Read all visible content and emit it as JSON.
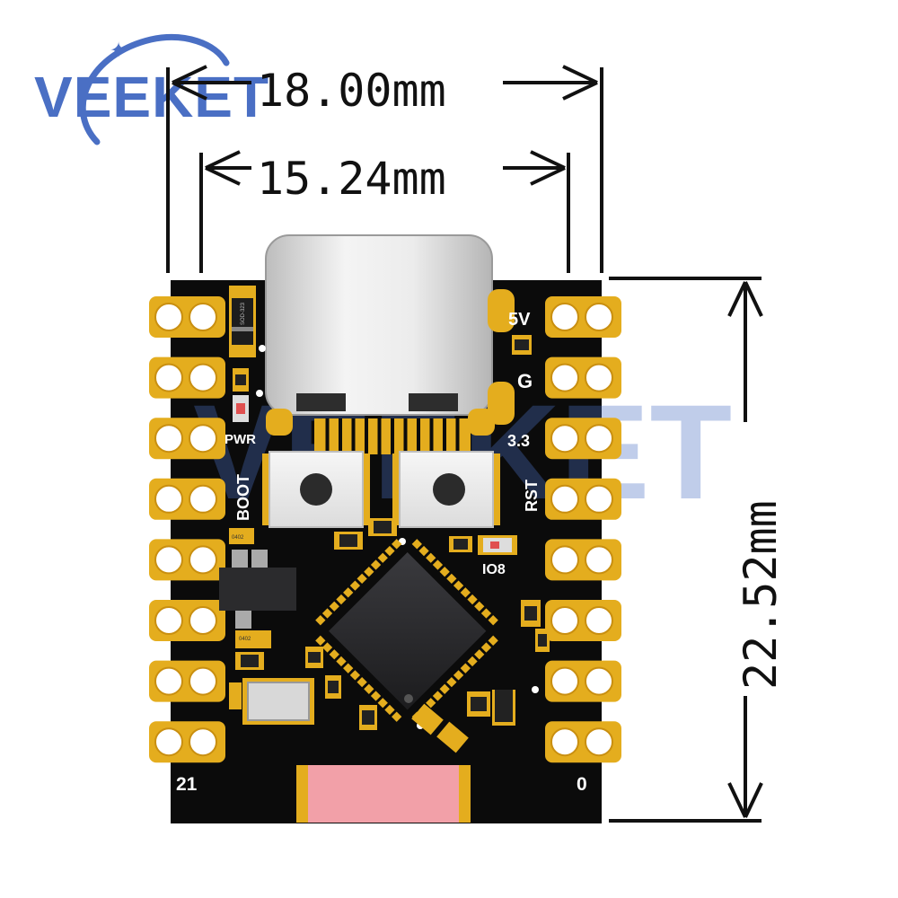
{
  "brand": {
    "name": "VEEKET",
    "primary_color": "#4a6fc4",
    "watermark": "VEEKET"
  },
  "dimensions": {
    "width_outer": "18.00mm",
    "width_inner": "15.24mm",
    "height": "22.52mm"
  },
  "silkscreen": {
    "pwr": "PWR",
    "boot": "BOOT",
    "rst": "RST",
    "io8": "IO8",
    "pin_5v": "5V",
    "pin_g": "G",
    "pin_33": "3.3",
    "pin_first": "21",
    "pin_last": "0",
    "diode": "SOD-323",
    "res_a": "0402",
    "res_b": "0402"
  },
  "colors": {
    "board": "#0b0b0b",
    "pad_gold": "#e4ad1e",
    "usb_metal": "#d8d8d8",
    "antenna": "#f2a0a8",
    "chip": "#2a2a2c",
    "arrow": "#111111"
  }
}
